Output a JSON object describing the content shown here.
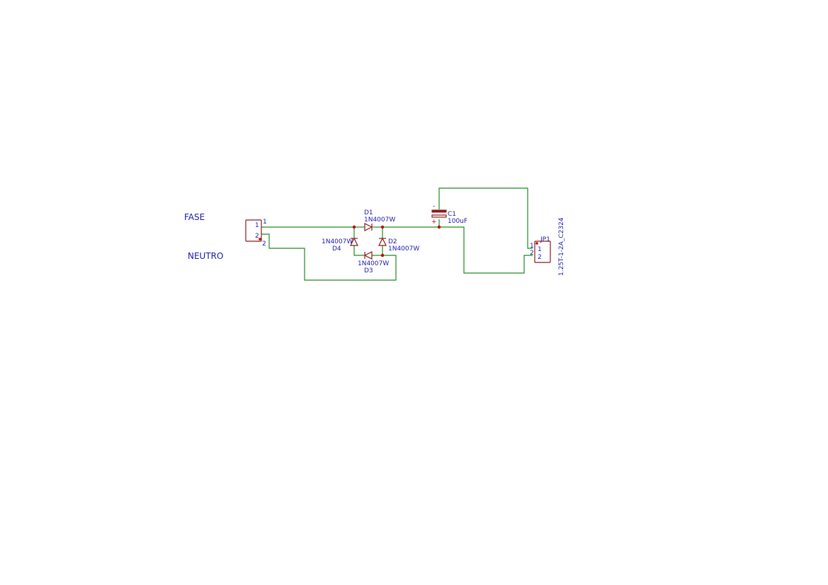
{
  "net_labels": {
    "fase": "FASE",
    "neutro": "NEUTRO"
  },
  "connector_in": {
    "pin1": "1",
    "pin2": "2",
    "pin1_outer": "1",
    "pin2_outer": "2"
  },
  "diodes": {
    "d1": {
      "ref": "D1",
      "value": "1N4007W"
    },
    "d2": {
      "ref": "D2",
      "value": "1N4007W"
    },
    "d3": {
      "ref": "D3",
      "value": "1N4007W"
    },
    "d4": {
      "ref": "D4",
      "value": "1N4007W"
    }
  },
  "capacitor": {
    "ref": "C1",
    "value": "100uF",
    "minus": "-",
    "plus": "+"
  },
  "connector_out": {
    "ref": "JP1",
    "value": "1.25T-1-2A_C2324",
    "pin1": "1",
    "pin2": "2",
    "pin1_outer": "1",
    "pin2_outer": "2"
  },
  "colors": {
    "wire": "#1f8a1f",
    "component": "#8b1a1a",
    "junction": "#c00000",
    "text": "#1a1aa8"
  }
}
